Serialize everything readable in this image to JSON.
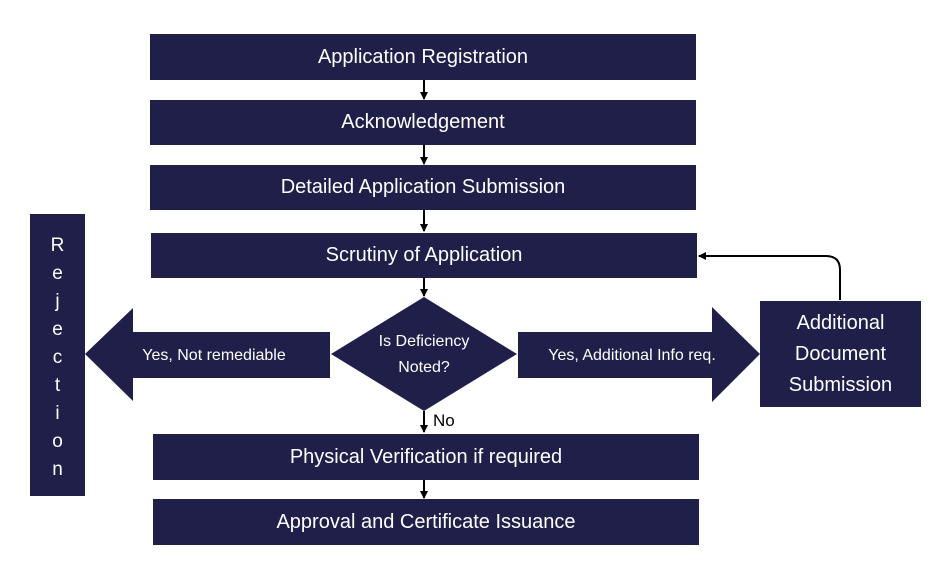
{
  "colors": {
    "box_fill": "#1f1f4a",
    "text": "#ffffff",
    "connector": "#000000"
  },
  "steps": {
    "registration": "Application Registration",
    "acknowledgement": "Acknowledgement",
    "detailed_submission": "Detailed Application Submission",
    "scrutiny": "Scrutiny of Application",
    "physical_verification": "Physical Verification if required",
    "approval": "Approval and Certificate Issuance"
  },
  "decision": {
    "line1": "Is Deficiency",
    "line2": "Noted?"
  },
  "branches": {
    "left": "Yes, Not remediable",
    "right": "Yes, Additional Info req.",
    "down": "No"
  },
  "additional": {
    "line1": "Additional",
    "line2": "Document",
    "line3": "Submission"
  },
  "rejection": {
    "letters": [
      "R",
      "e",
      "j",
      "e",
      "c",
      "t",
      "i",
      "o",
      "n"
    ]
  }
}
